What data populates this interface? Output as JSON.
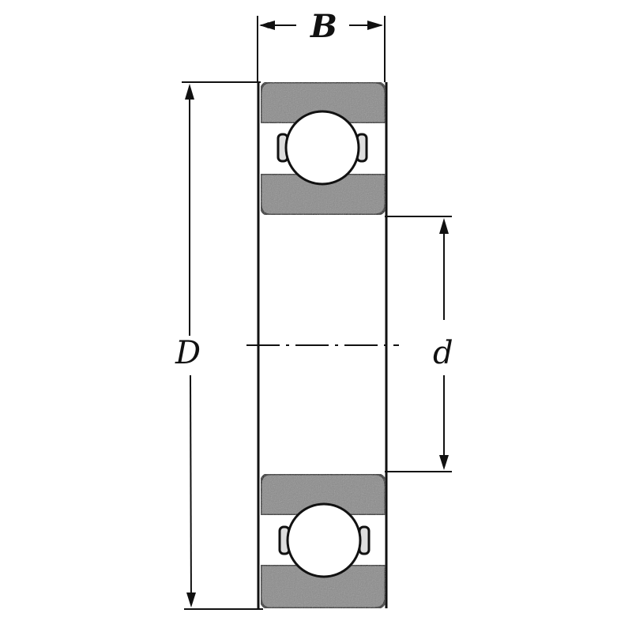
{
  "diagram": {
    "subject": "Deep groove ball bearing cross-section",
    "labels": {
      "width": "B",
      "outer_diameter": "D",
      "inner_diameter": "d"
    },
    "colors": {
      "ring_fill": "#8a8a8a",
      "outline": "#111111",
      "background": "#ffffff",
      "ball_fill": "#ffffff"
    }
  }
}
